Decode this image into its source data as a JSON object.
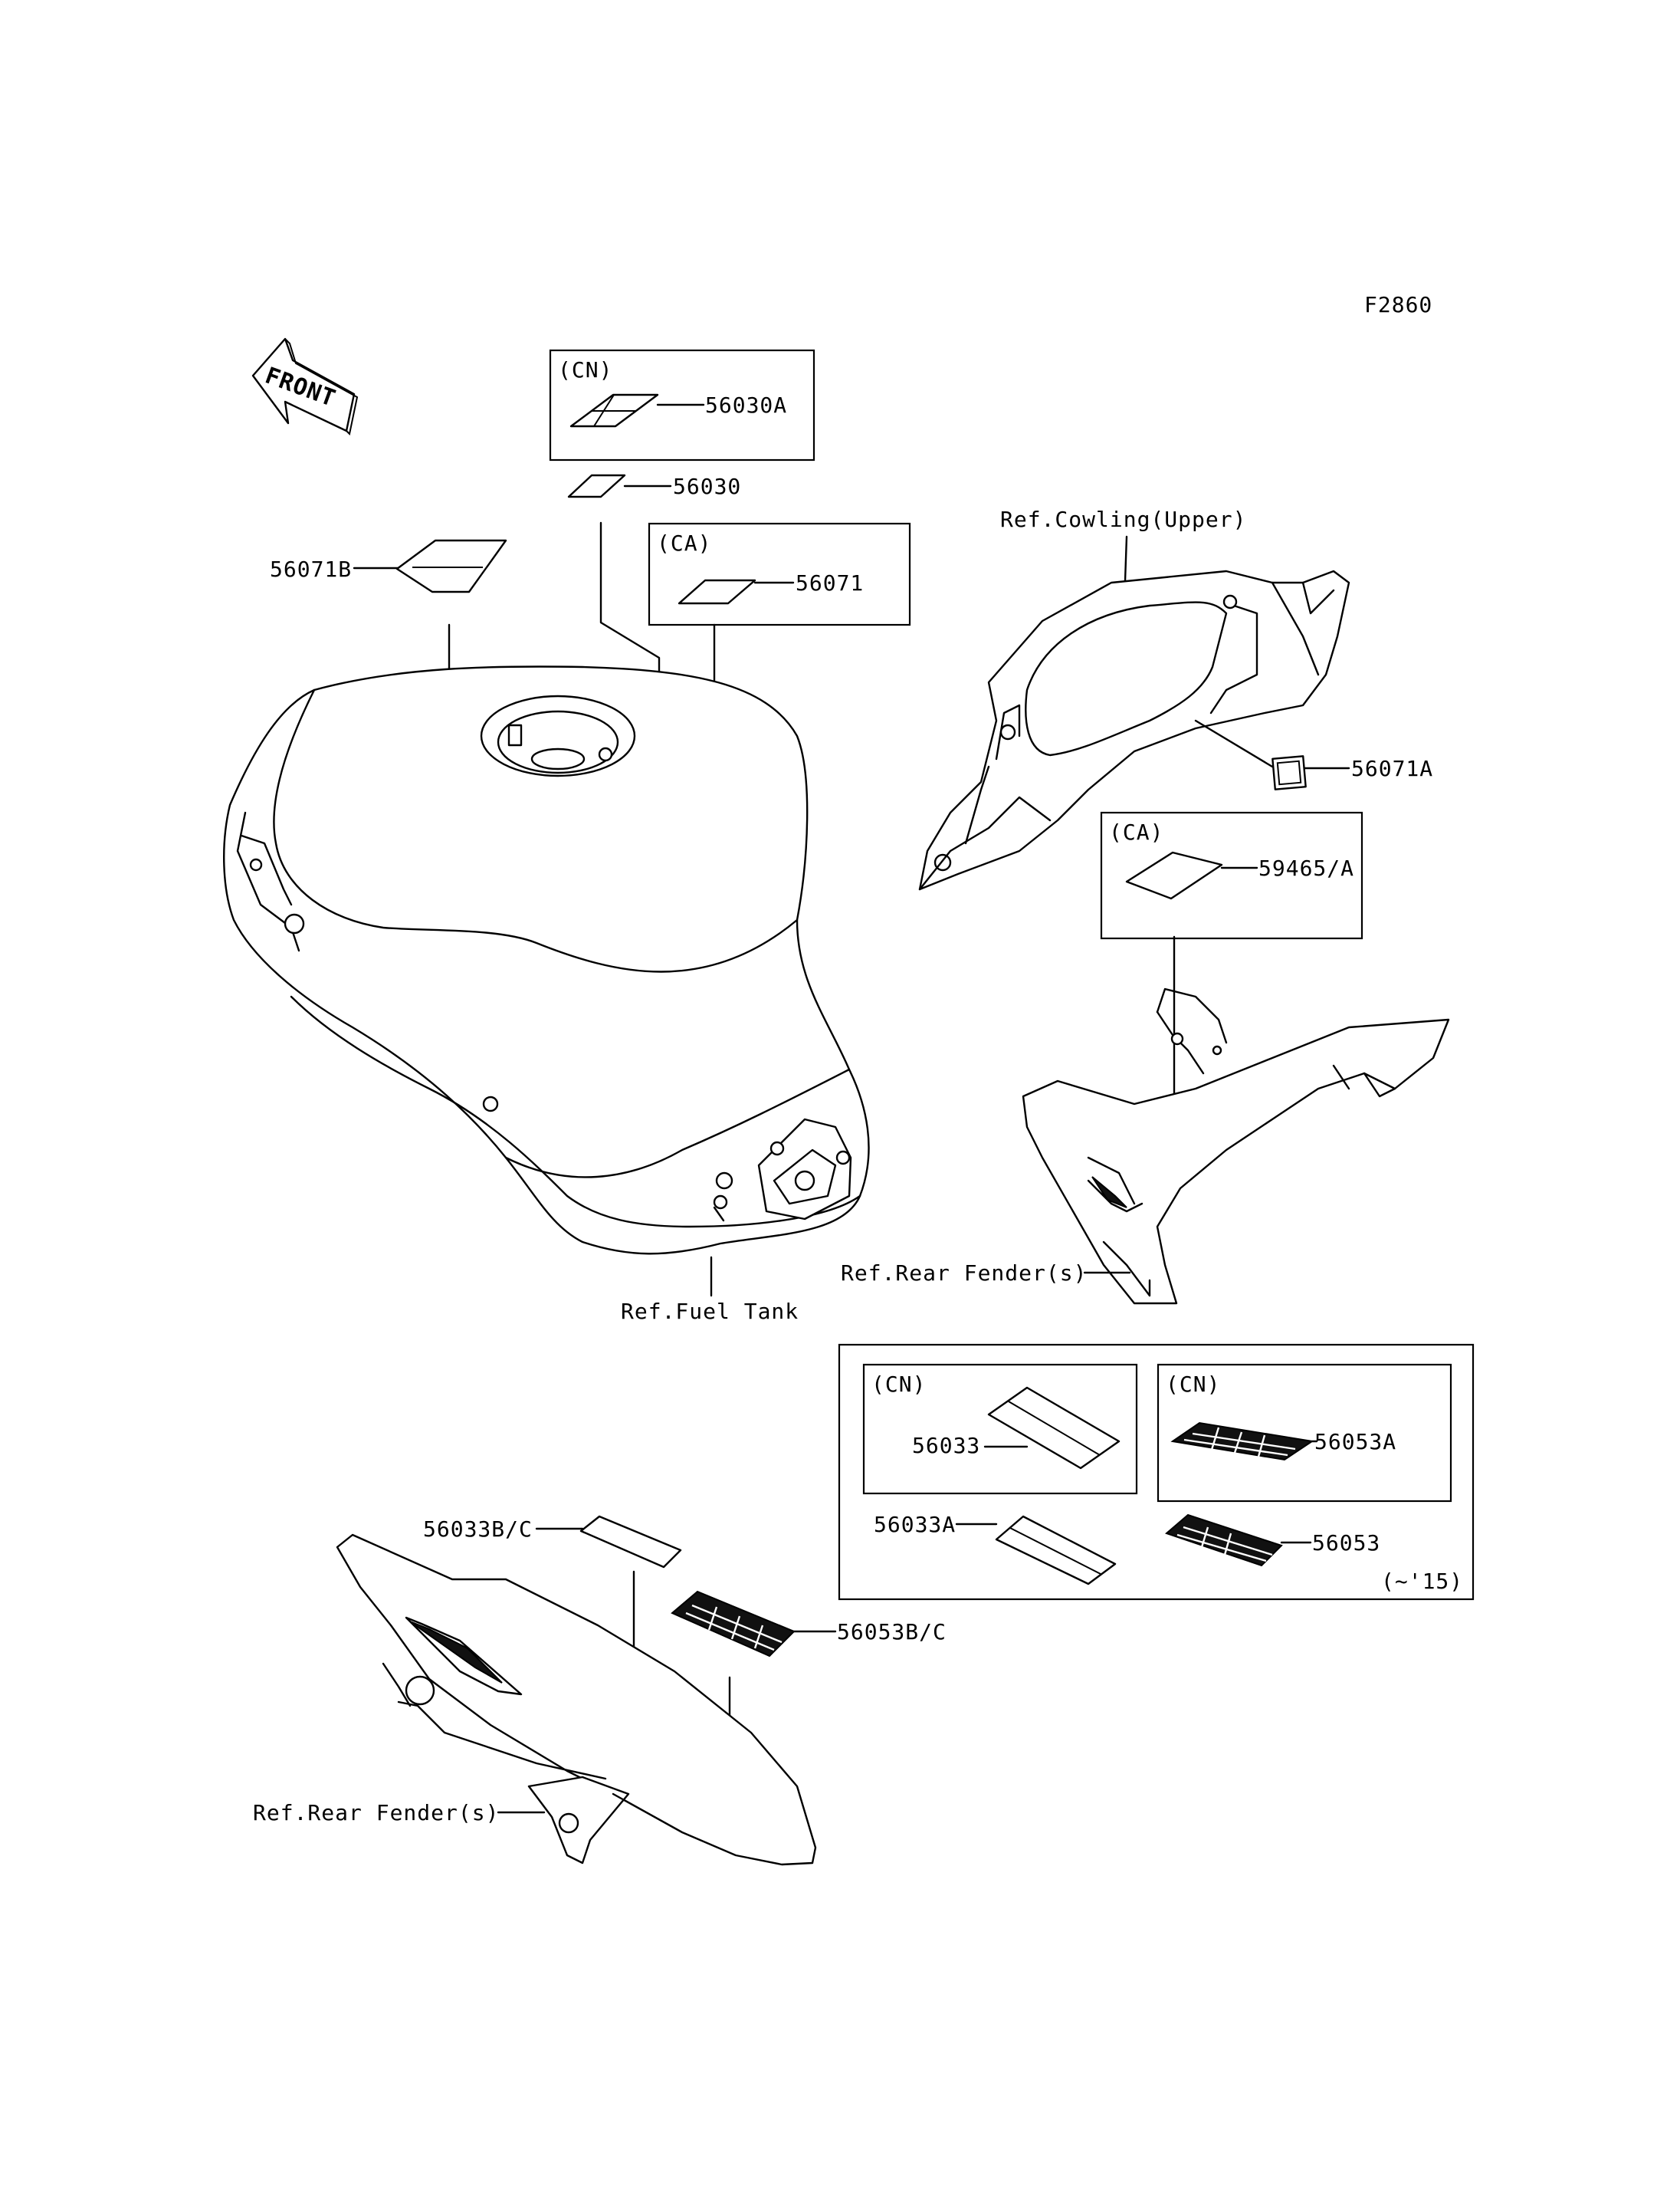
{
  "diagram_code": "F2860",
  "front_arrow_text": "FRONT",
  "callouts": {
    "c56030A": "56030A",
    "c56030": "56030",
    "c56071B": "56071B",
    "c56071": "56071",
    "c56071A": "56071A",
    "c59465A": "59465/A",
    "c56033": "56033",
    "c56053A": "56053A",
    "c56033A": "56033A",
    "c56053": "56053",
    "c56033BC": "56033B/C",
    "c56053BC": "56053B/C"
  },
  "region_tags": {
    "cn_top": "(CN)",
    "ca_top": "(CA)",
    "ca_right": "(CA)",
    "cn_box_left": "(CN)",
    "cn_box_right": "(CN)",
    "year_note": "(~'15)"
  },
  "references": {
    "cowling_upper": "Ref.Cowling(Upper)",
    "rear_fender_right": "Ref.Rear Fender(s)",
    "fuel_tank": "Ref.Fuel Tank",
    "rear_fender_bottom": "Ref.Rear Fender(s)"
  }
}
